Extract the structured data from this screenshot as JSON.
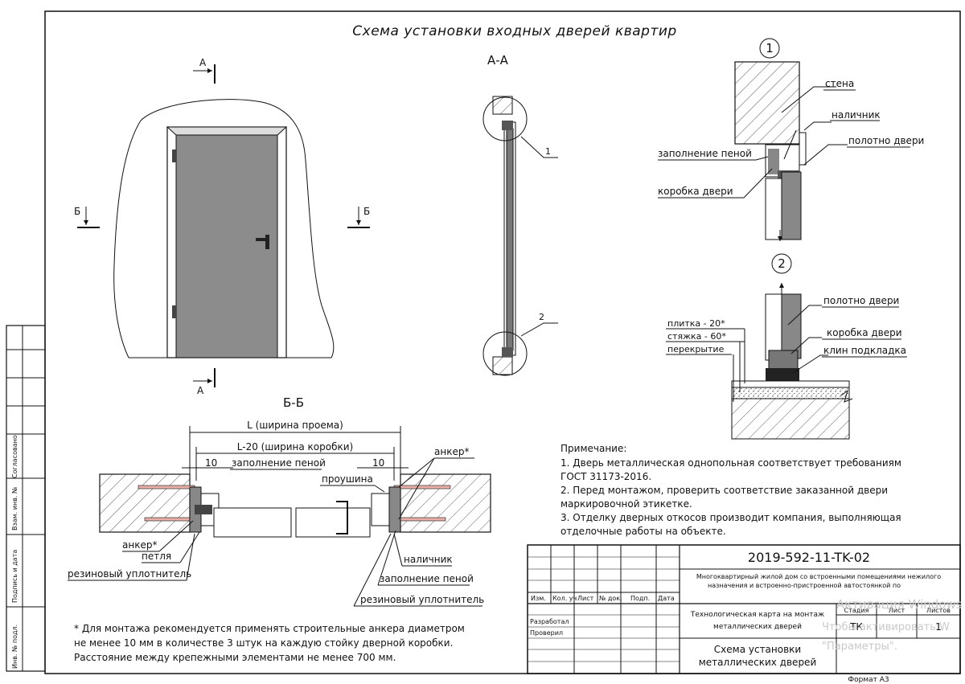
{
  "title": "Схема установки входных дверей квартир",
  "section_aa": {
    "label": "А-А",
    "callout1": "1",
    "callout2": "2"
  },
  "section_bb": {
    "label": "Б-Б"
  },
  "front": {
    "cut_a_top": "А",
    "cut_a_bottom": "А",
    "cut_b_left": "Б",
    "cut_b_right": "Б"
  },
  "detail1": {
    "num": "1",
    "labels": {
      "wall": "стена",
      "casing": "наличник",
      "door_leaf": "полотно двери",
      "foam": "заполнение пеной",
      "frame": "коробка двери"
    }
  },
  "detail2": {
    "num": "2",
    "labels": {
      "door_leaf": "полотно двери",
      "tile": "плитка - 20*",
      "screed": "стяжка - 60*",
      "frame": "коробка двери",
      "slab": "перекрытие",
      "wedge": "клин подкладка"
    }
  },
  "plan": {
    "dim_opening": "L (ширина проема)",
    "dim_frame": "L-20 (ширина коробки)",
    "dim_left": "10",
    "dim_right": "10",
    "labels": {
      "foam_top": "заполнение пеной",
      "lug": "проушина",
      "anchor_right": "анкер*",
      "anchor_left": "анкер*",
      "hinge": "петля",
      "seal_left": "резиновый уплотнитель",
      "casing": "наличник",
      "foam_bottom": "заполнение пеной",
      "seal_right": "резиновый уплотнитель"
    }
  },
  "notes": {
    "heading": "Примечание:",
    "lines": [
      "1. Дверь металлическая однопольная соответствует требованиям",
      "ГОСТ 31173-2016.",
      "2. Перед монтажом, проверить соответствие заказанной двери",
      "маркировочной этикетке.",
      "3. Отделку дверных откосов производит компания, выполняющая",
      "отделочные работы на объекте."
    ]
  },
  "footnote": [
    "* Для монтажа рекомендуется применять строительные анкера диаметром",
    "не менее 10 мм в количестве 3 штук на каждую стойку дверной коробки.",
    "Расстояние между крепежными элементами не менее 700 мм."
  ],
  "side_strip": {
    "agreed": "Согласовано",
    "inv_replace": "Взам. инв. №",
    "sign_date": "Подпись и дата",
    "inv_orig": "Инв. № подл."
  },
  "title_block": {
    "code": "2019-592-11-TK-02",
    "project_line1": "Многоквартирный жилой дом со встроенными помещениями нежилого",
    "project_line2": "назначения и встроенно-пристроенной автостоянкой по",
    "headers": [
      "Изм.",
      "Кол. уч",
      "Лист",
      "№ док.",
      "Подп.",
      "Дата"
    ],
    "developed": "Разработал",
    "checked": "Проверил",
    "doc_name_1": "Технологическая карта на монтаж",
    "doc_name_2": "металлических дверей",
    "stage_h": "Стадия",
    "sheet_h": "Лист",
    "sheets_h": "Листов",
    "stage": "ТК",
    "sheets": "1",
    "drawing_1": "Схема установки",
    "drawing_2": "металлических дверей",
    "format": "Формат А3"
  },
  "watermark": {
    "line1": "Активация Windows",
    "line2": "Чтобы активировать W",
    "line3": "\"Параметры\"."
  }
}
